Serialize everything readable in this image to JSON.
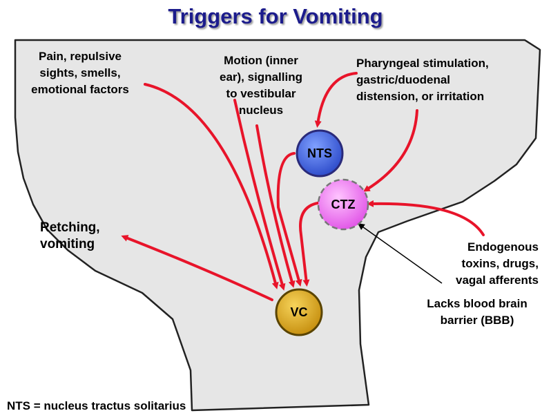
{
  "title": "Triggers for Vomiting",
  "nodes": {
    "nts": {
      "label": "NTS",
      "fill": "#3558d8"
    },
    "ctz": {
      "label": "CTZ",
      "fill": "#ef6cf0"
    },
    "vc": {
      "label": "VC",
      "fill": "#d6a21a"
    }
  },
  "labels": {
    "pain": [
      "Pain, repulsive",
      "sights, smells,",
      "emotional factors"
    ],
    "motion": [
      "Motion (inner",
      "ear), signalling",
      "to vestibular",
      "nucleus"
    ],
    "pharyngeal": [
      "Pharyngeal stimulation,",
      "gastric/duodenal",
      "distension, or irritation"
    ],
    "retching": [
      "Retching,",
      "vomiting"
    ],
    "endogenous": [
      "Endogenous",
      "toxins, drugs,",
      "vagal afferents"
    ],
    "bbb": [
      "Lacks blood brain",
      "barrier (BBB)"
    ],
    "footnote": "NTS = nucleus tractus solitarius"
  },
  "colors": {
    "arrow": "#e8142a",
    "brain_fill": "#e6e6e6",
    "brain_stroke": "#222222",
    "title": "#1c1c8c"
  }
}
